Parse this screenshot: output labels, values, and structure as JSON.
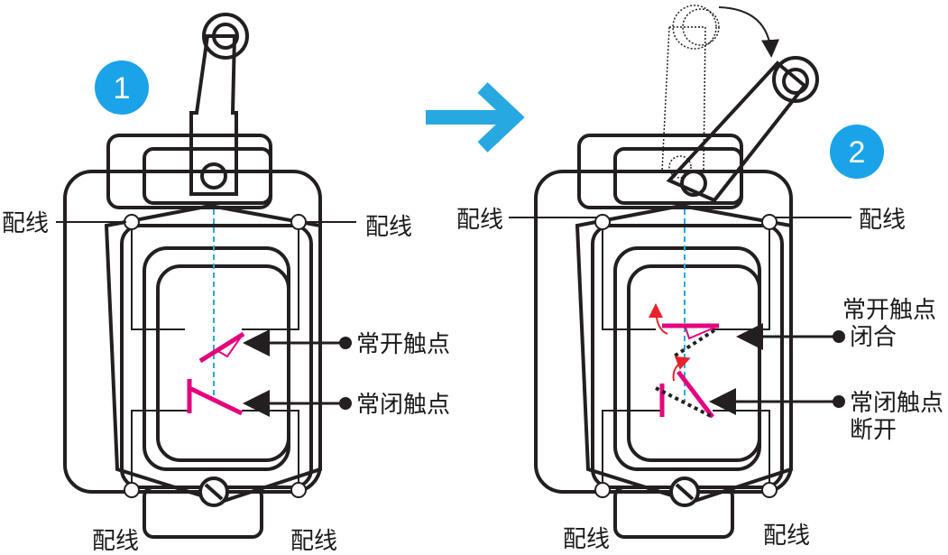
{
  "step1": {
    "badge": "1",
    "wire_labels": [
      "配线",
      "配线",
      "配线",
      "配线"
    ],
    "no_contact_label": "常开触点",
    "nc_contact_label": "常闭触点"
  },
  "step2": {
    "badge": "2",
    "wire_labels": [
      "配线",
      "配线",
      "配线",
      "配线"
    ],
    "no_contact_label": [
      "常开触点",
      "闭合"
    ],
    "nc_contact_label": [
      "常闭触点",
      "断开"
    ]
  },
  "colors": {
    "body": "#9bd8f3",
    "cap": "#2a8fd6",
    "badge": "#1aa3e8",
    "contact": "#e6007e",
    "arrow": "#e8212a",
    "transition_arrow": "#27a8e0"
  }
}
